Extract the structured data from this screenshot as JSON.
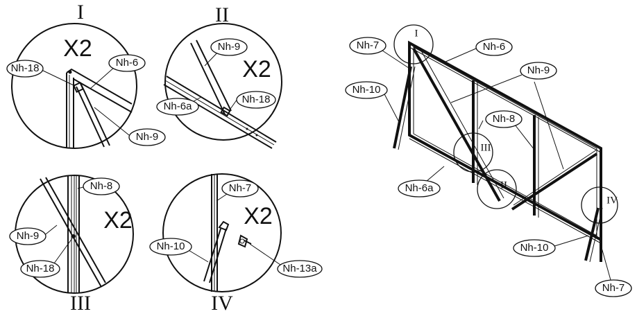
{
  "details": {
    "I": {
      "roman": "I",
      "multiplier": "X2",
      "labels": {
        "nh18": "Nh-18",
        "nh6": "Nh-6",
        "nh9": "Nh-9"
      }
    },
    "II": {
      "roman": "II",
      "multiplier": "X2",
      "labels": {
        "nh9": "Nh-9",
        "nh6a": "Nh-6a",
        "nh18": "Nh-18"
      }
    },
    "III": {
      "roman": "III",
      "multiplier": "X2",
      "labels": {
        "nh8": "Nh-8",
        "nh9": "Nh-9",
        "nh18": "Nh-18"
      }
    },
    "IV": {
      "roman": "IV",
      "multiplier": "X2",
      "labels": {
        "nh7": "Nh-7",
        "nh10": "Nh-10",
        "nh13a": "Nh-13a"
      }
    }
  },
  "overview": {
    "callouts": {
      "I": "I",
      "II": "II",
      "III": "III",
      "IV": "IV"
    },
    "labels": {
      "nh7_top": "Nh-7",
      "nh10_left": "Nh-10",
      "nh6": "Nh-6",
      "nh9": "Nh-9",
      "nh8": "Nh-8",
      "nh6a": "Nh-6a",
      "nh10_bottom": "Nh-10",
      "nh7_bottom": "Nh-7"
    }
  }
}
